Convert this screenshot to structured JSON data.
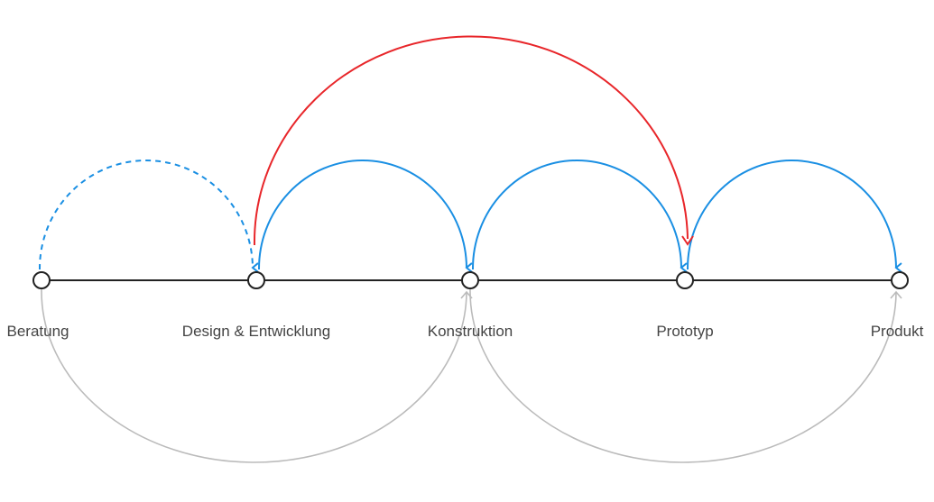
{
  "stages": [
    {
      "label": "Beratung"
    },
    {
      "label": "Design & Entwicklung"
    },
    {
      "label": "Konstruktion"
    },
    {
      "label": "Prototyp"
    },
    {
      "label": "Produkt"
    }
  ],
  "colors": {
    "line": "#222222",
    "forward": "#1a8fe3",
    "skip": "#e8262a",
    "feedback": "#bbbbbb",
    "label": "#444444"
  },
  "arcs": [
    {
      "from": 0,
      "to": 1,
      "type": "forward",
      "dashed": true
    },
    {
      "from": 1,
      "to": 2,
      "type": "forward",
      "dashed": false
    },
    {
      "from": 2,
      "to": 3,
      "type": "forward",
      "dashed": false
    },
    {
      "from": 3,
      "to": 4,
      "type": "forward",
      "dashed": false
    },
    {
      "from": 1,
      "to": 3,
      "type": "skip",
      "dashed": false
    },
    {
      "from": 0,
      "to": 2,
      "type": "feedback",
      "dashed": false
    },
    {
      "from": 2,
      "to": 4,
      "type": "feedback",
      "dashed": false
    }
  ]
}
